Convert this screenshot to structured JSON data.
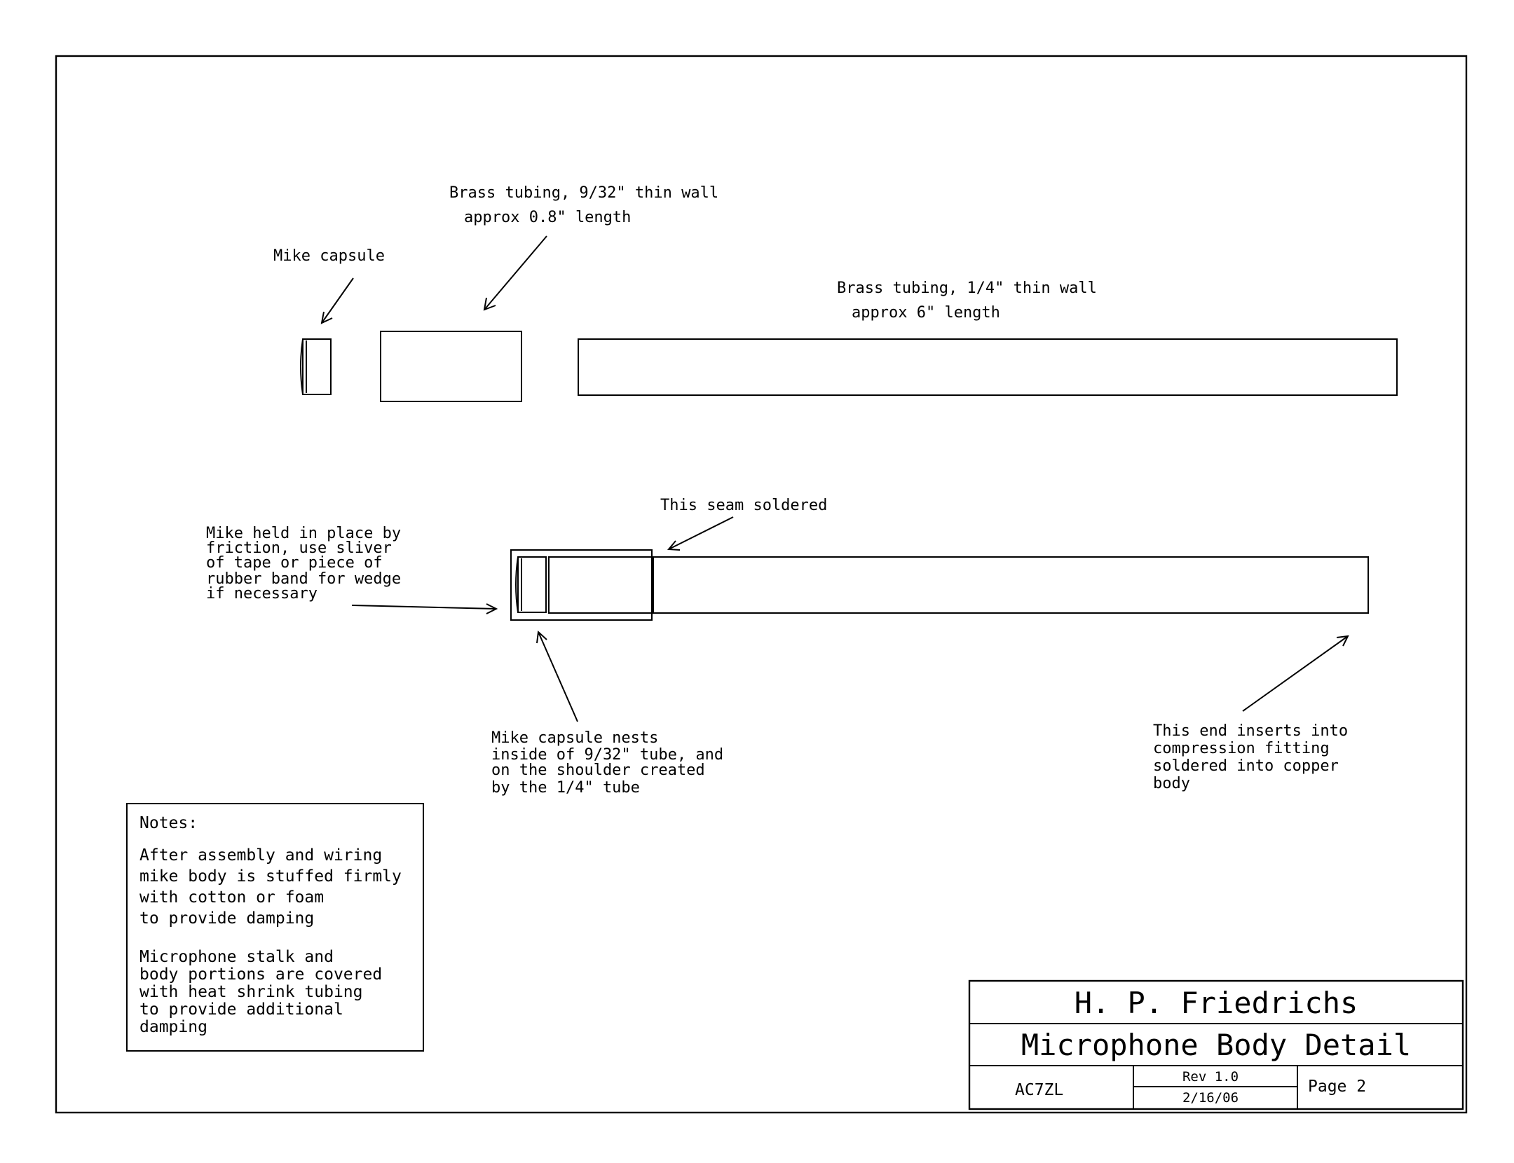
{
  "labels": {
    "mike_capsule": "Mike capsule",
    "brass_932": [
      "Brass tubing, 9/32\" thin wall",
      "approx 0.8\" length"
    ],
    "brass_14": [
      "Brass tubing, 1/4\" thin wall",
      "approx 6\" length"
    ],
    "seam": "This seam soldered",
    "held": [
      "Mike held in place by",
      "friction, use sliver",
      "of tape or piece of",
      "rubber band for wedge",
      "if necessary"
    ],
    "nests": [
      "Mike capsule nests",
      "inside of 9/32\" tube, and",
      "on the shoulder created",
      "by the 1/4\" tube"
    ],
    "end": [
      "This end inserts into",
      "compression fitting",
      "soldered into copper",
      "body"
    ]
  },
  "notes": {
    "heading": "Notes:",
    "para1": [
      "After assembly and wiring",
      "mike body is stuffed firmly",
      "with cotton or foam",
      "to provide damping"
    ],
    "para2": [
      "Microphone stalk and",
      "body portions are covered",
      "with heat shrink tubing",
      "to provide additional",
      "damping"
    ]
  },
  "title_block": {
    "author": "H. P. Friedrichs",
    "title": "Microphone Body Detail",
    "callsign": "AC7ZL",
    "rev": "Rev 1.0",
    "date": "2/16/06",
    "page": "Page 2"
  }
}
